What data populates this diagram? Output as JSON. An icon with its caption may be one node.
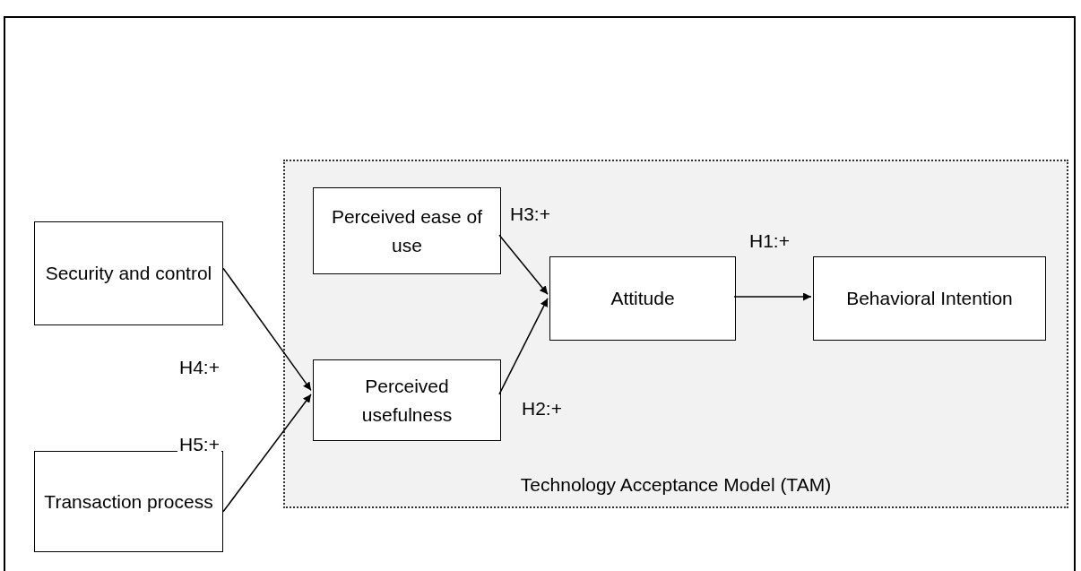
{
  "diagram": {
    "nodes": [
      {
        "text": [
          "Technology Acceptance Model (TAM)"
        ]
      },
      {
        "text": [
          "Security and control"
        ]
      },
      {
        "text": [
          "Perceived ease of use"
        ],
        "in": 0
      },
      {
        "text": [
          "Attitude"
        ],
        "in": 0
      },
      {
        "text": [
          "Behavioral Intention"
        ],
        "in": 0
      },
      {
        "text": [
          "Perceived usefulness"
        ],
        "in": 0
      },
      {
        "text": [
          "Transaction process"
        ]
      }
    ],
    "edges": [
      {
        "from": 2,
        "to": 3,
        "arrow": "to",
        "label": "H3:+"
      },
      {
        "from": 3,
        "to": 4,
        "arrow": "to",
        "label": "H1:+"
      },
      {
        "from": 5,
        "to": 3,
        "arrow": "to",
        "label": "H2:+"
      },
      {
        "from": 1,
        "to": 5,
        "arrow": "to",
        "label": "H4:+"
      },
      {
        "from": 6,
        "to": 5,
        "arrow": "to",
        "label": "H5:+"
      }
    ]
  }
}
